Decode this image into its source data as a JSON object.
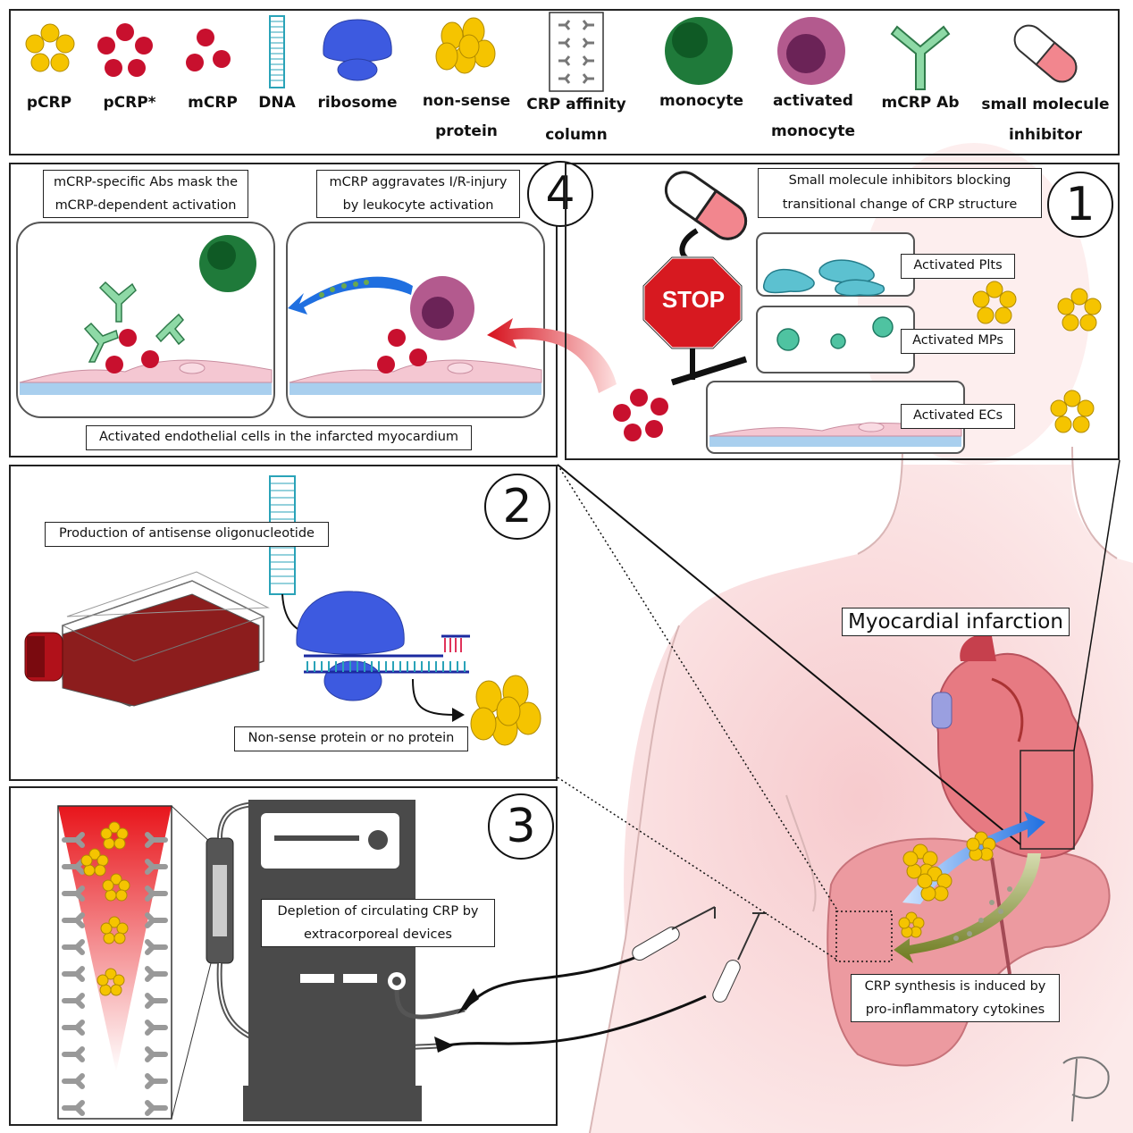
{
  "legend": {
    "pcrp": "pCRP",
    "pcrp_star": "pCRP*",
    "mcrp": "mCRP",
    "dna": "DNA",
    "ribosome": "ribosome",
    "nonsense_line1": "non-sense",
    "nonsense_line2": "protein",
    "column_line1": "CRP affinity",
    "column_line2": "column",
    "monocyte": "monocyte",
    "activated_line1": "activated",
    "activated_line2": "monocyte",
    "mcrp_ab": "mCRP Ab",
    "inhibitor_line1": "small molecule",
    "inhibitor_line2": "inhibitor"
  },
  "panel1": {
    "number": "1",
    "title_line1": "Small molecule inhibitors blocking",
    "title_line2": "transitional change of CRP structure",
    "stop": "STOP",
    "plts": "Activated Plts",
    "mps": "Activated MPs",
    "ecs": "Activated ECs"
  },
  "panel2": {
    "number": "2",
    "production": "Production of antisense oligonucleotide",
    "nonsense": "Non-sense protein or no protein"
  },
  "panel3": {
    "number": "3",
    "depletion_line1": "Depletion of circulating CRP by",
    "depletion_line2": "extracorporeal devices"
  },
  "panel4": {
    "number": "4",
    "left_line1": "mCRP-specific Abs mask the",
    "left_line2": "mCRP-dependent activation",
    "right_line1": "mCRP aggravates I/R-injury",
    "right_line2": "by leukocyte activation",
    "bottom": "Activated endothelial cells in the infarcted myocardium"
  },
  "body": {
    "mi": "Myocardial infarction",
    "synth_line1": "CRP synthesis is induced by",
    "synth_line2": "pro-inflammatory cytokines"
  },
  "colors": {
    "pcrp": "#f5c400",
    "mcrp": "#c8102e",
    "ribosome": "#3d5ae0",
    "dna": "#2aa3b8",
    "monocyte": "#1f7a3a",
    "activated": "#8e3a6e",
    "antibody": "#8ed9a6",
    "skin": "#f6d3d3",
    "machine": "#4a4a4a"
  }
}
